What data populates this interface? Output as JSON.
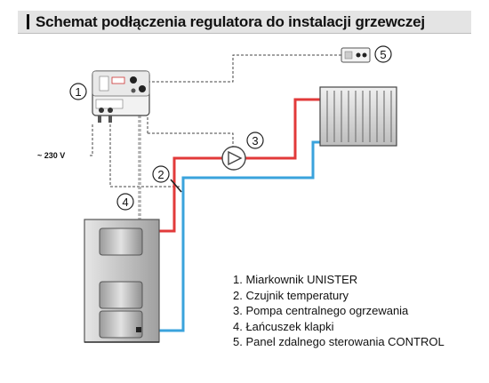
{
  "title": "Schemat podłączenia regulatora do instalacji grzewczej",
  "voltage_label": "~ 230 V",
  "callouts": [
    "1",
    "2",
    "3",
    "4",
    "5"
  ],
  "legend": [
    "1. Miarkownik UNISTER",
    "2. Czujnik temperatury",
    "3. Pompa centralnego ogrzewania",
    "4. Łańcuszek klapki",
    "5. Panel zdalnego sterowania CONTROL"
  ],
  "colors": {
    "supply_pipe": "#e23a3a",
    "return_pipe": "#3aa3dc",
    "title_bar": "#e4e4e4"
  }
}
